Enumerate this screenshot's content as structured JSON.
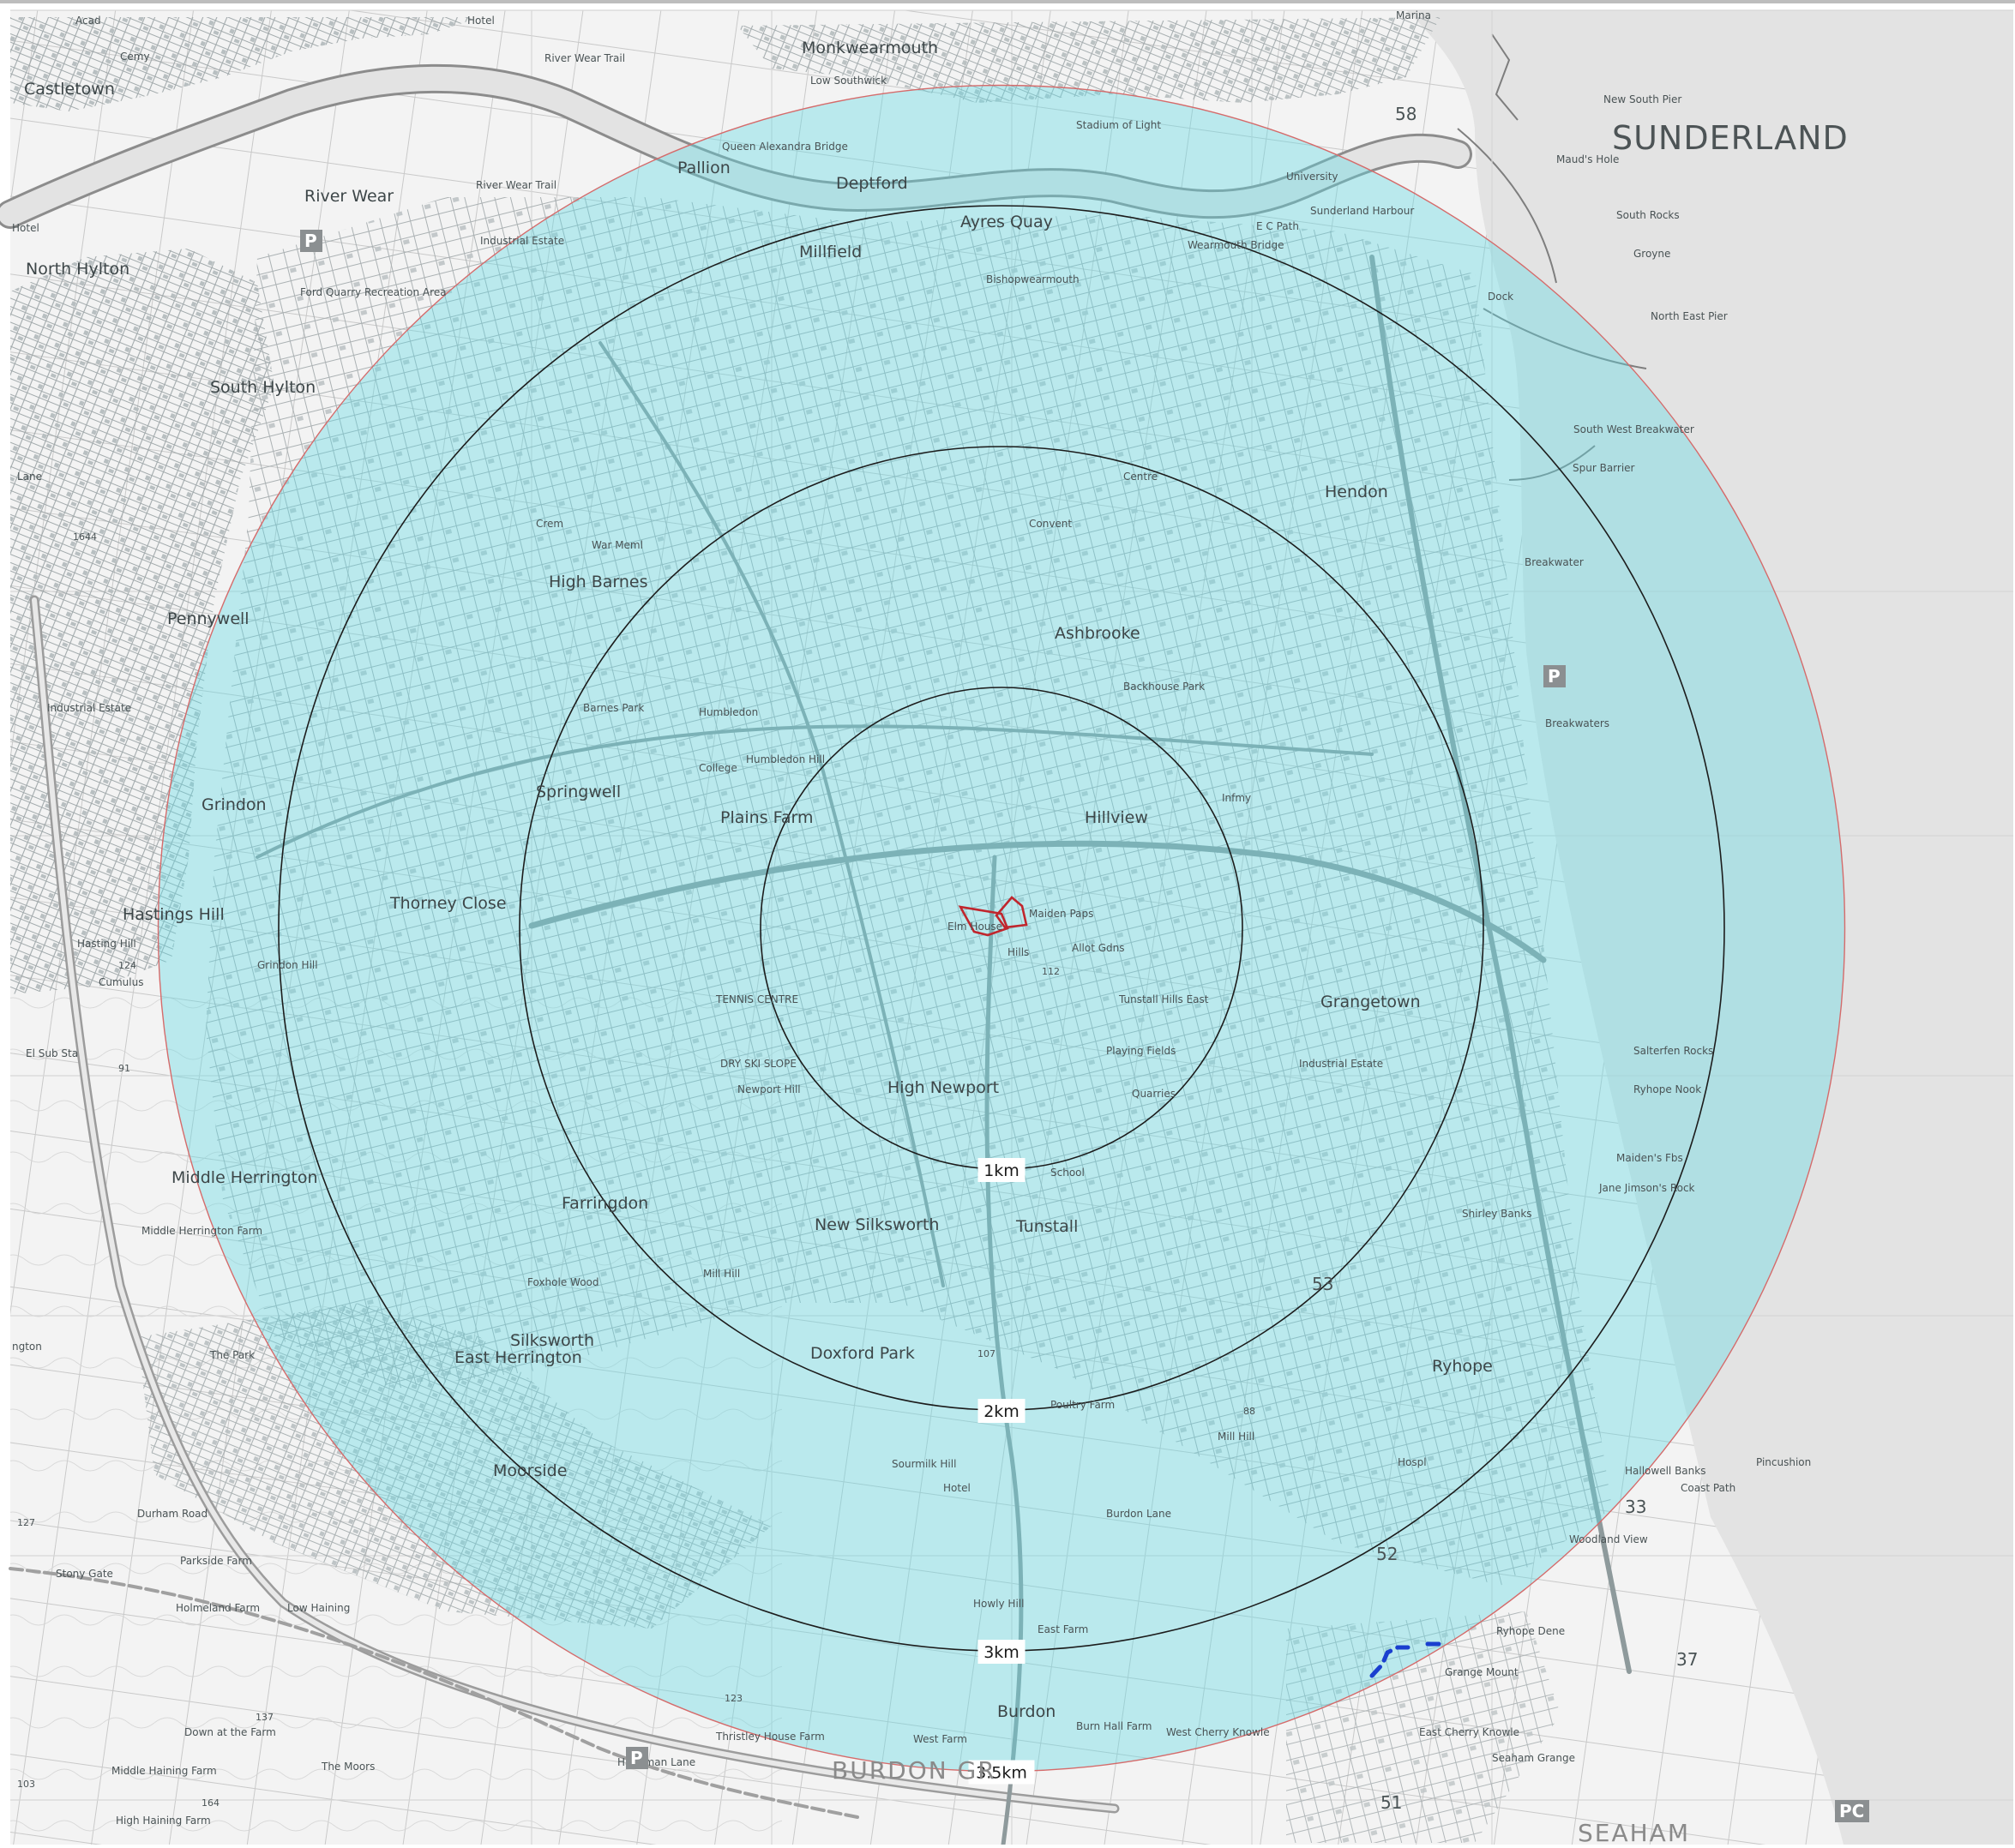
{
  "map": {
    "title": "SUNDERLAND",
    "colors": {
      "water": "#e3e3e3",
      "land": "#f3f3f3",
      "buffer_fill": "#5fdbe6",
      "ring_stroke": "#1c1c1c",
      "site_outline": "#c0262d",
      "dashed_marker": "#1a3fcf",
      "grid": "#d6d6d6",
      "road": "#a8a8a8",
      "river_bank": "#7d7d7d"
    },
    "rings": [
      {
        "label": "1km",
        "radius_km": 1
      },
      {
        "label": "2km",
        "radius_km": 2
      },
      {
        "label": "3km",
        "radius_km": 3
      },
      {
        "label": "3.5km",
        "radius_km": 3.5
      }
    ],
    "place_names": [
      {
        "id": "castletown",
        "text": "Castletown",
        "size": "major"
      },
      {
        "id": "monkwearmouth",
        "text": "Monkwearmouth",
        "size": "major"
      },
      {
        "id": "low-southwick",
        "text": "Low Southwick",
        "size": "minor"
      },
      {
        "id": "river-wear-trail-1",
        "text": "River Wear Trail",
        "size": "minor"
      },
      {
        "id": "river-wear-trail-2",
        "text": "River Wear Trail",
        "size": "minor"
      },
      {
        "id": "river-wear",
        "text": "River Wear",
        "size": "major"
      },
      {
        "id": "pallion",
        "text": "Pallion",
        "size": "major"
      },
      {
        "id": "deptford",
        "text": "Deptford",
        "size": "major"
      },
      {
        "id": "queen-alexandra",
        "text": "Queen Alexandra Bridge",
        "size": "minor"
      },
      {
        "id": "millfield",
        "text": "Millfield",
        "size": "major"
      },
      {
        "id": "ayres-quay",
        "text": "Ayres Quay",
        "size": "major"
      },
      {
        "id": "bishopwearmouth",
        "text": "Bishopwearmouth",
        "size": "minor"
      },
      {
        "id": "stadium-of-light",
        "text": "Stadium of Light",
        "size": "minor"
      },
      {
        "id": "university",
        "text": "University",
        "size": "minor"
      },
      {
        "id": "wearmouth-bridge",
        "text": "Wearmouth Bridge",
        "size": "minor"
      },
      {
        "id": "sunderland-harbour",
        "text": "Sunderland Harbour",
        "size": "minor"
      },
      {
        "id": "ec-path",
        "text": "E C Path",
        "size": "minor"
      },
      {
        "id": "north-hylton",
        "text": "North Hylton",
        "size": "major"
      },
      {
        "id": "ford-quarry",
        "text": "Ford Quarry Recreation Area",
        "size": "minor"
      },
      {
        "id": "industrial-estate-1",
        "text": "Industrial Estate",
        "size": "minor"
      },
      {
        "id": "south-hylton",
        "text": "South Hylton",
        "size": "major"
      },
      {
        "id": "high-barnes",
        "text": "High Barnes",
        "size": "major"
      },
      {
        "id": "war-meml",
        "text": "War Meml",
        "size": "minor"
      },
      {
        "id": "crem",
        "text": "Crem",
        "size": "minor"
      },
      {
        "id": "pennywell",
        "text": "Pennywell",
        "size": "major"
      },
      {
        "id": "hendon",
        "text": "Hendon",
        "size": "major"
      },
      {
        "id": "ashbrooke",
        "text": "Ashbrooke",
        "size": "major"
      },
      {
        "id": "backhouse-park",
        "text": "Backhouse Park",
        "size": "minor"
      },
      {
        "id": "humbledon",
        "text": "Humbledon",
        "size": "minor"
      },
      {
        "id": "barnes-park",
        "text": "Barnes Park",
        "size": "minor"
      },
      {
        "id": "springwell",
        "text": "Springwell",
        "size": "major"
      },
      {
        "id": "grindon",
        "text": "Grindon",
        "size": "major"
      },
      {
        "id": "plains-farm",
        "text": "Plains Farm",
        "size": "major"
      },
      {
        "id": "hillview",
        "text": "Hillview",
        "size": "major"
      },
      {
        "id": "maiden-paps",
        "text": "Maiden Paps",
        "size": "minor"
      },
      {
        "id": "thorney-close",
        "text": "Thorney Close",
        "size": "major"
      },
      {
        "id": "hastings-hill",
        "text": "Hastings Hill",
        "size": "major"
      },
      {
        "id": "tunstall-hills",
        "text": "Tunstall Hills East",
        "size": "minor"
      },
      {
        "id": "playing-fields",
        "text": "Playing Fields",
        "size": "minor"
      },
      {
        "id": "grangetown",
        "text": "Grangetown",
        "size": "major"
      },
      {
        "id": "industrial-estate-2",
        "text": "Industrial Estate",
        "size": "minor"
      },
      {
        "id": "tennis-centre",
        "text": "TENNIS CENTRE",
        "size": "minor"
      },
      {
        "id": "dry-ski-slope",
        "text": "DRY SKI SLOPE",
        "size": "minor"
      },
      {
        "id": "high-newport",
        "text": "High Newport",
        "size": "major"
      },
      {
        "id": "quarries",
        "text": "Quarries",
        "size": "minor"
      },
      {
        "id": "middle-herrington",
        "text": "Middle Herrington",
        "size": "major"
      },
      {
        "id": "farringdon",
        "text": "Farringdon",
        "size": "major"
      },
      {
        "id": "new-silksworth",
        "text": "New Silksworth",
        "size": "major"
      },
      {
        "id": "tunstall",
        "text": "Tunstall",
        "size": "major"
      },
      {
        "id": "school",
        "text": "School",
        "size": "minor"
      },
      {
        "id": "east-herrington",
        "text": "East Herrington",
        "size": "major"
      },
      {
        "id": "silksworth",
        "text": "Silksworth",
        "size": "major"
      },
      {
        "id": "doxford-park",
        "text": "Doxford Park",
        "size": "major"
      },
      {
        "id": "mill-hill",
        "text": "Mill Hill",
        "size": "minor"
      },
      {
        "id": "ryhope",
        "text": "Ryhope",
        "size": "major"
      },
      {
        "id": "moorside",
        "text": "Moorside",
        "size": "major"
      },
      {
        "id": "sourmilk-hill",
        "text": "Sourmilk Hill",
        "size": "minor"
      },
      {
        "id": "burdon-lane",
        "text": "Burdon Lane",
        "size": "minor"
      },
      {
        "id": "east-farm",
        "text": "East Farm",
        "size": "minor"
      },
      {
        "id": "howly-hill",
        "text": "Howly Hill",
        "size": "minor"
      },
      {
        "id": "burdon",
        "text": "Burdon",
        "size": "major"
      },
      {
        "id": "burn-hall-farm",
        "text": "Burn Hall Farm",
        "size": "minor"
      },
      {
        "id": "west-cherry-knowle",
        "text": "West Cherry Knowle",
        "size": "minor"
      },
      {
        "id": "west-farm",
        "text": "West Farm",
        "size": "minor"
      },
      {
        "id": "thristley",
        "text": "Thristley House Farm",
        "size": "minor"
      },
      {
        "id": "burdon-gr",
        "text": "BURDON GR",
        "size": "major"
      },
      {
        "id": "seaham",
        "text": "SEAHAM",
        "size": "major"
      },
      {
        "id": "seaham-grange",
        "text": "Seaham Grange",
        "size": "minor"
      },
      {
        "id": "east-cherry-knowle",
        "text": "East Cherry Knowle",
        "size": "minor"
      },
      {
        "id": "grange-mount",
        "text": "Grange Mount",
        "size": "minor"
      },
      {
        "id": "ryhope-dene",
        "text": "Ryhope Dene",
        "size": "minor"
      },
      {
        "id": "woodland-view",
        "text": "Woodland View",
        "size": "minor"
      },
      {
        "id": "pincushion",
        "text": "Pincushion",
        "size": "minor"
      },
      {
        "id": "salterfen-rocks",
        "text": "Salterfen Rocks",
        "size": "minor"
      },
      {
        "id": "ryhope-nook",
        "text": "Ryhope Nook",
        "size": "minor"
      },
      {
        "id": "maidens-fbs",
        "text": "Maiden's Fbs",
        "size": "minor"
      },
      {
        "id": "jane-jimsons-rock",
        "text": "Jane Jimson's Rock",
        "size": "minor"
      },
      {
        "id": "shirley-banks",
        "text": "Shirley Banks",
        "size": "minor"
      },
      {
        "id": "breakwaters",
        "text": "Breakwaters",
        "size": "minor"
      },
      {
        "id": "breakwater",
        "text": "Breakwater",
        "size": "minor"
      },
      {
        "id": "spur-barrier",
        "text": "Spur Barrier",
        "size": "minor"
      },
      {
        "id": "south-west-breakwater",
        "text": "South West Breakwater",
        "size": "minor"
      },
      {
        "id": "north-east-pier",
        "text": "North East Pier",
        "size": "minor"
      },
      {
        "id": "groyne",
        "text": "Groyne",
        "size": "minor"
      },
      {
        "id": "south-rocks",
        "text": "South Rocks",
        "size": "minor"
      },
      {
        "id": "mauds-hole",
        "text": "Maud's Hole",
        "size": "minor"
      },
      {
        "id": "new-south-pier",
        "text": "New South Pier",
        "size": "minor"
      },
      {
        "id": "dock",
        "text": "Dock",
        "size": "minor"
      },
      {
        "id": "hollinwell-banks",
        "text": "Hallowell Banks",
        "size": "minor"
      },
      {
        "id": "coast-path",
        "text": "Coast Path",
        "size": "minor"
      },
      {
        "id": "stony-gate",
        "text": "Stony Gate",
        "size": "minor"
      },
      {
        "id": "holmeland-farm",
        "text": "Holmeland Farm",
        "size": "minor"
      },
      {
        "id": "parkside-farm",
        "text": "Parkside Farm",
        "size": "minor"
      },
      {
        "id": "low-haining",
        "text": "Low Haining",
        "size": "minor"
      },
      {
        "id": "down-at-the-farm",
        "text": "Down at the Farm",
        "size": "minor"
      },
      {
        "id": "middle-haining-farm",
        "text": "Middle Haining Farm",
        "size": "minor"
      },
      {
        "id": "high-haining-farm",
        "text": "High Haining Farm",
        "size": "minor"
      },
      {
        "id": "the-moors",
        "text": "The Moors",
        "size": "minor"
      },
      {
        "id": "the-park",
        "text": "The Park",
        "size": "minor"
      },
      {
        "id": "middle-herrington-farm",
        "text": "Middle Herrington Farm",
        "size": "minor"
      },
      {
        "id": "foxhole-wood",
        "text": "Foxhole Wood",
        "size": "minor"
      },
      {
        "id": "industrial-estate-3",
        "text": "Industrial Estate",
        "size": "minor"
      },
      {
        "id": "hasting-hill",
        "text": "Hasting Hill",
        "size": "minor"
      },
      {
        "id": "cumulus",
        "text": "Cumulus",
        "size": "minor"
      },
      {
        "id": "durham-road",
        "text": "Durham Road",
        "size": "minor"
      },
      {
        "id": "hangman-lane",
        "text": "Hangman Lane",
        "size": "minor"
      },
      {
        "id": "mill-hill-2",
        "text": "Mill Hill",
        "size": "minor"
      },
      {
        "id": "poultry-farm",
        "text": "Poultry Farm",
        "size": "minor"
      },
      {
        "id": "hotel",
        "text": "Hotel",
        "size": "minor"
      },
      {
        "id": "hospl",
        "text": "Hospl",
        "size": "minor"
      },
      {
        "id": "college",
        "text": "College",
        "size": "minor"
      },
      {
        "id": "infmy",
        "text": "Infmy",
        "size": "minor"
      },
      {
        "id": "allot-gdns",
        "text": "Allot Gdns",
        "size": "minor"
      },
      {
        "id": "elm-house",
        "text": "Elm House",
        "size": "minor"
      },
      {
        "id": "hills",
        "text": "Hills",
        "size": "minor"
      },
      {
        "id": "newport-hill",
        "text": "Newport Hill",
        "size": "minor"
      },
      {
        "id": "humbledon-hill",
        "text": "Humbledon Hill",
        "size": "minor"
      },
      {
        "id": "grindon-hill",
        "text": "Grindon Hill",
        "size": "minor"
      },
      {
        "id": "convent",
        "text": "Convent",
        "size": "minor"
      },
      {
        "id": "centre",
        "text": "Centre",
        "size": "minor"
      }
    ],
    "grid_numbers": [
      {
        "id": "grid-58",
        "text": "58"
      },
      {
        "id": "grid-53",
        "text": "53"
      },
      {
        "id": "grid-52",
        "text": "52"
      },
      {
        "id": "grid-51",
        "text": "51"
      },
      {
        "id": "grid-33",
        "text": "33"
      },
      {
        "id": "grid-37",
        "text": "37"
      }
    ],
    "spot_heights": [
      {
        "id": "sh-124",
        "text": "124"
      },
      {
        "id": "sh-107",
        "text": "107"
      },
      {
        "id": "sh-112",
        "text": "112"
      },
      {
        "id": "sh-88",
        "text": "88"
      },
      {
        "id": "sh-137",
        "text": "137"
      },
      {
        "id": "sh-164",
        "text": "164"
      },
      {
        "id": "sh-123",
        "text": "123"
      },
      {
        "id": "sh-1644",
        "text": "1644"
      },
      {
        "id": "sh-127",
        "text": "127"
      },
      {
        "id": "sh-103",
        "text": "103"
      },
      {
        "id": "sh-91",
        "text": "91"
      }
    ],
    "edge_labels": [
      {
        "id": "acad",
        "text": "Acad"
      },
      {
        "id": "cemy",
        "text": "Cemy"
      },
      {
        "id": "hotel-top",
        "text": "Hotel"
      },
      {
        "id": "marina",
        "text": "Marina"
      },
      {
        "id": "lane-left",
        "text": "Lane"
      },
      {
        "id": "ington",
        "text": "ngton"
      },
      {
        "id": "el-sub-sta",
        "text": "El Sub Sta"
      },
      {
        "id": "hotel-left",
        "text": "Hotel"
      }
    ],
    "parking_symbols": [
      {
        "id": "p-1",
        "text": "P"
      },
      {
        "id": "p-2",
        "text": "P"
      },
      {
        "id": "p-3",
        "text": "P"
      },
      {
        "id": "pc",
        "text": "PC"
      }
    ]
  }
}
